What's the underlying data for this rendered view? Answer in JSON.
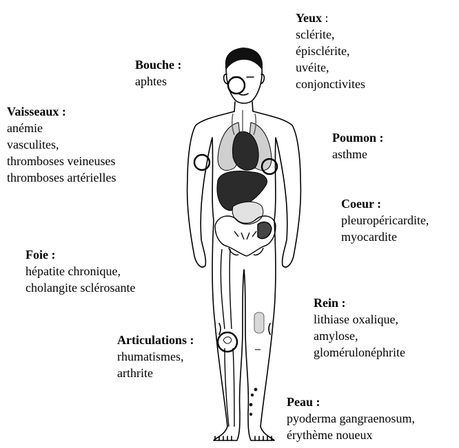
{
  "labels": {
    "yeux": {
      "title": "Yeux",
      "suffix": " :",
      "lines": [
        "sclérite,",
        "épisclérite,",
        "uvéite,",
        "conjonctivites"
      ]
    },
    "bouche": {
      "title": "Bouche :",
      "lines": [
        "aphtes"
      ]
    },
    "vaisseaux": {
      "title": "Vaisseaux :",
      "lines": [
        "anémie",
        "vasculites,",
        "thromboses veineuses",
        "thromboses artérielles"
      ]
    },
    "poumon": {
      "title": "Poumon :",
      "lines": [
        "asthme"
      ]
    },
    "coeur": {
      "title": "Coeur :",
      "lines": [
        "pleuropéricardite,",
        "myocardite"
      ]
    },
    "foie": {
      "title": "Foie :",
      "lines": [
        "hépatite chronique,",
        "cholangite sclérosante"
      ]
    },
    "rein": {
      "title": "Rein :",
      "lines": [
        "lithiase oxalique,",
        "amylose,",
        "glomérulonéphrite"
      ]
    },
    "articulations": {
      "title": "Articulations :",
      "lines": [
        "rhumatismes,",
        "arthrite"
      ]
    },
    "peau": {
      "title": "Peau :",
      "lines": [
        "pyoderma gangraenosum,",
        "érythème noueux"
      ]
    }
  },
  "colors": {
    "ink": "#000000",
    "organ_dark": "#2b2b2b",
    "organ_light": "#cfcfcf",
    "background": "#ffffff"
  }
}
